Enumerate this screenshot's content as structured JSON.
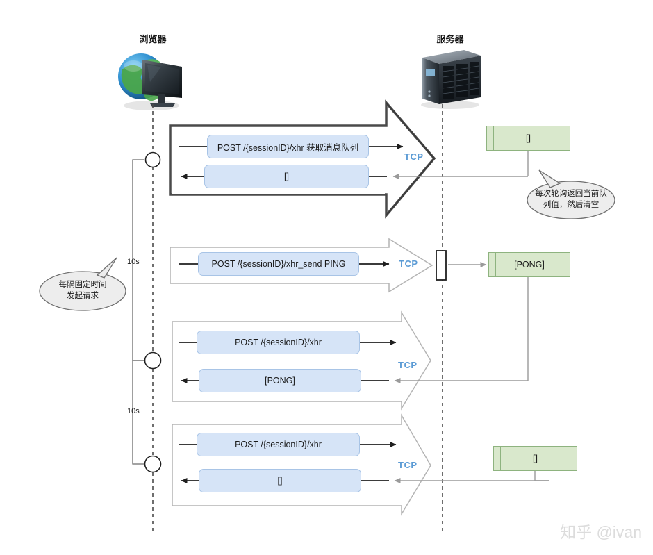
{
  "diagram": {
    "title_browser": "浏览器",
    "title_server": "服务器",
    "protocol_label": "TCP",
    "interval_label_1": "10s",
    "interval_label_2": "10s",
    "callout_left": "每隔固定时间\n发起请求",
    "callout_right": "每次轮询返回当前队\n列值，然后清空",
    "watermark": "知乎 @ivan",
    "colors": {
      "message_fill": "#d6e4f7",
      "message_stroke": "#a8c4e6",
      "queue_fill": "#d9e8cc",
      "queue_stroke": "#8eb37f",
      "tcp_label": "#5b9bd5",
      "lifeline": "#555555",
      "arrow_dark": "#2b2b2b",
      "arrow_light": "#9a9a9a",
      "callout_fill": "#ededed",
      "callout_stroke": "#6e6e6e",
      "watermark": "#dcdcdc"
    },
    "exchanges": [
      {
        "id": "poll-queue",
        "request": "POST /{sessionID}/xhr 获取消息队列",
        "response": "[]",
        "queue": "[]",
        "has_queue_box": true,
        "emphasis": "strong"
      },
      {
        "id": "ping",
        "request": "POST /{sessionID}/xhr_send PING",
        "response": null,
        "queue": "[PONG]",
        "has_queue_box": true,
        "emphasis": "normal"
      },
      {
        "id": "poll-pong",
        "request": "POST /{sessionID}/xhr",
        "response": "[PONG]",
        "queue": null,
        "has_queue_box": false,
        "emphasis": "normal"
      },
      {
        "id": "poll-empty",
        "request": "POST /{sessionID}/xhr",
        "response": "[]",
        "queue": "[]",
        "has_queue_box": true,
        "emphasis": "normal"
      }
    ]
  }
}
